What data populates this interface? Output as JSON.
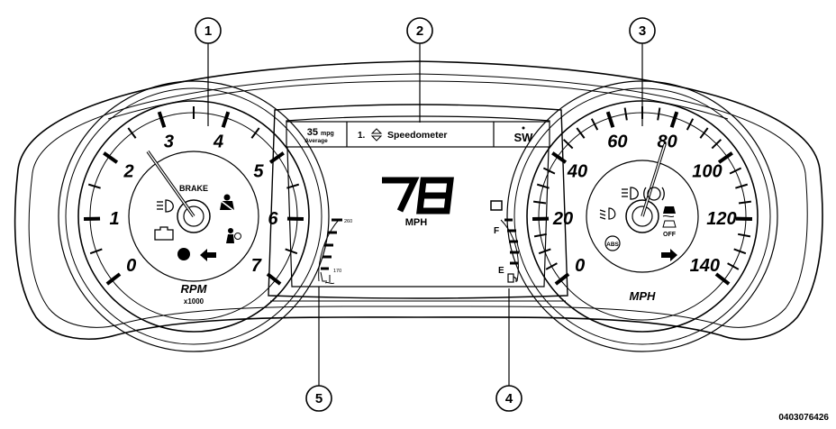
{
  "callouts": [
    {
      "num": "1"
    },
    {
      "num": "2"
    },
    {
      "num": "3"
    },
    {
      "num": "4"
    },
    {
      "num": "5"
    }
  ],
  "tachometer": {
    "numbers": [
      "0",
      "1",
      "2",
      "3",
      "4",
      "5",
      "6",
      "7"
    ],
    "unit": "RPM",
    "multiplier": "x1000",
    "brake_label": "BRAKE"
  },
  "speedometer": {
    "numbers": [
      "0",
      "20",
      "40",
      "60",
      "80",
      "100",
      "120",
      "140"
    ],
    "unit": "MPH",
    "abs_label": "ABS",
    "off_label": "OFF"
  },
  "display": {
    "mpg_value": "35",
    "mpg_unit": "mpg",
    "mpg_label": "Average",
    "menu_index": "1.",
    "menu_title": "Speedometer",
    "compass": "SW",
    "speed_value": "78",
    "speed_unit": "MPH",
    "temp_hot": "260",
    "temp_cold": "170",
    "fuel_full": "F",
    "fuel_empty": "E"
  },
  "figure_id": "0403076426"
}
